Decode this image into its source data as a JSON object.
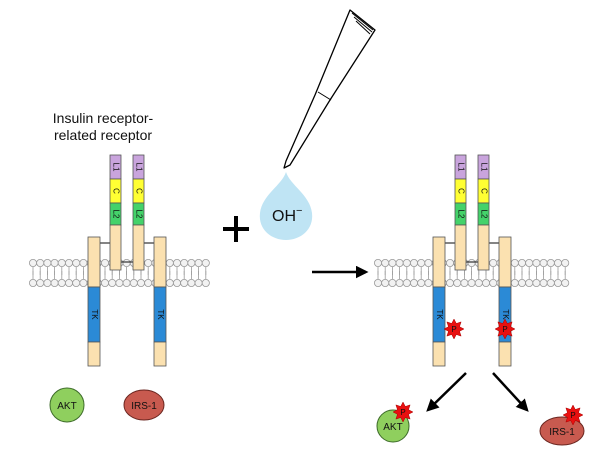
{
  "title_line1": "Insulin receptor-",
  "title_line2": "related receptor",
  "domains": {
    "l1": "L1",
    "c": "C",
    "l2": "L2",
    "tk": "TK"
  },
  "hydroxide": "OH",
  "hydroxide_sup": "−",
  "phospho": "P",
  "akt": "AKT",
  "irs1": "IRS-1",
  "colors": {
    "l1": "#c9a4dd",
    "c": "#ffff33",
    "l2": "#44d26a",
    "stem": "#fbe1b0",
    "tk": "#2b8ad6",
    "phospho": "#e81010",
    "akt": "#8fcf5e",
    "irs1": "#c85a4f",
    "drop": "#bfe4f4"
  }
}
